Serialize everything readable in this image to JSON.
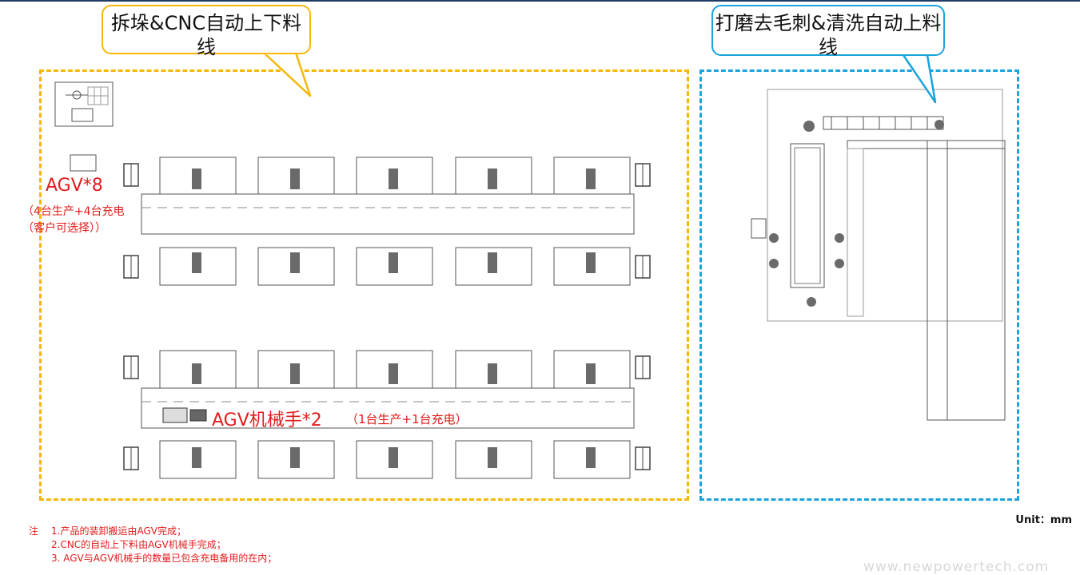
{
  "callouts": {
    "left": "拆垛&CNC自动上下料线",
    "right": "打磨去毛刺&清洗自动上料线"
  },
  "agv": {
    "label": "AGV*8",
    "sub1": "（4台生产+4台充电",
    "sub2": "（客户可选择））"
  },
  "agv_arm": {
    "label": "AGV机械手*2",
    "sub": "（1台生产+1台充电）"
  },
  "unit": "Unit：mm",
  "notes": {
    "label": "注",
    "items": [
      "1.产品的装卸搬运由AGV完成；",
      "2.CNC的自动上下料由AGV机械手完成；",
      "3. AGV与AGV机械手的数量已包含充电备用的在内；"
    ]
  },
  "watermark": "www.newpowertech.com",
  "colors": {
    "left_zone": "#f5b80a",
    "right_zone": "#1aa3dd",
    "annotation": "#e21b1b"
  }
}
